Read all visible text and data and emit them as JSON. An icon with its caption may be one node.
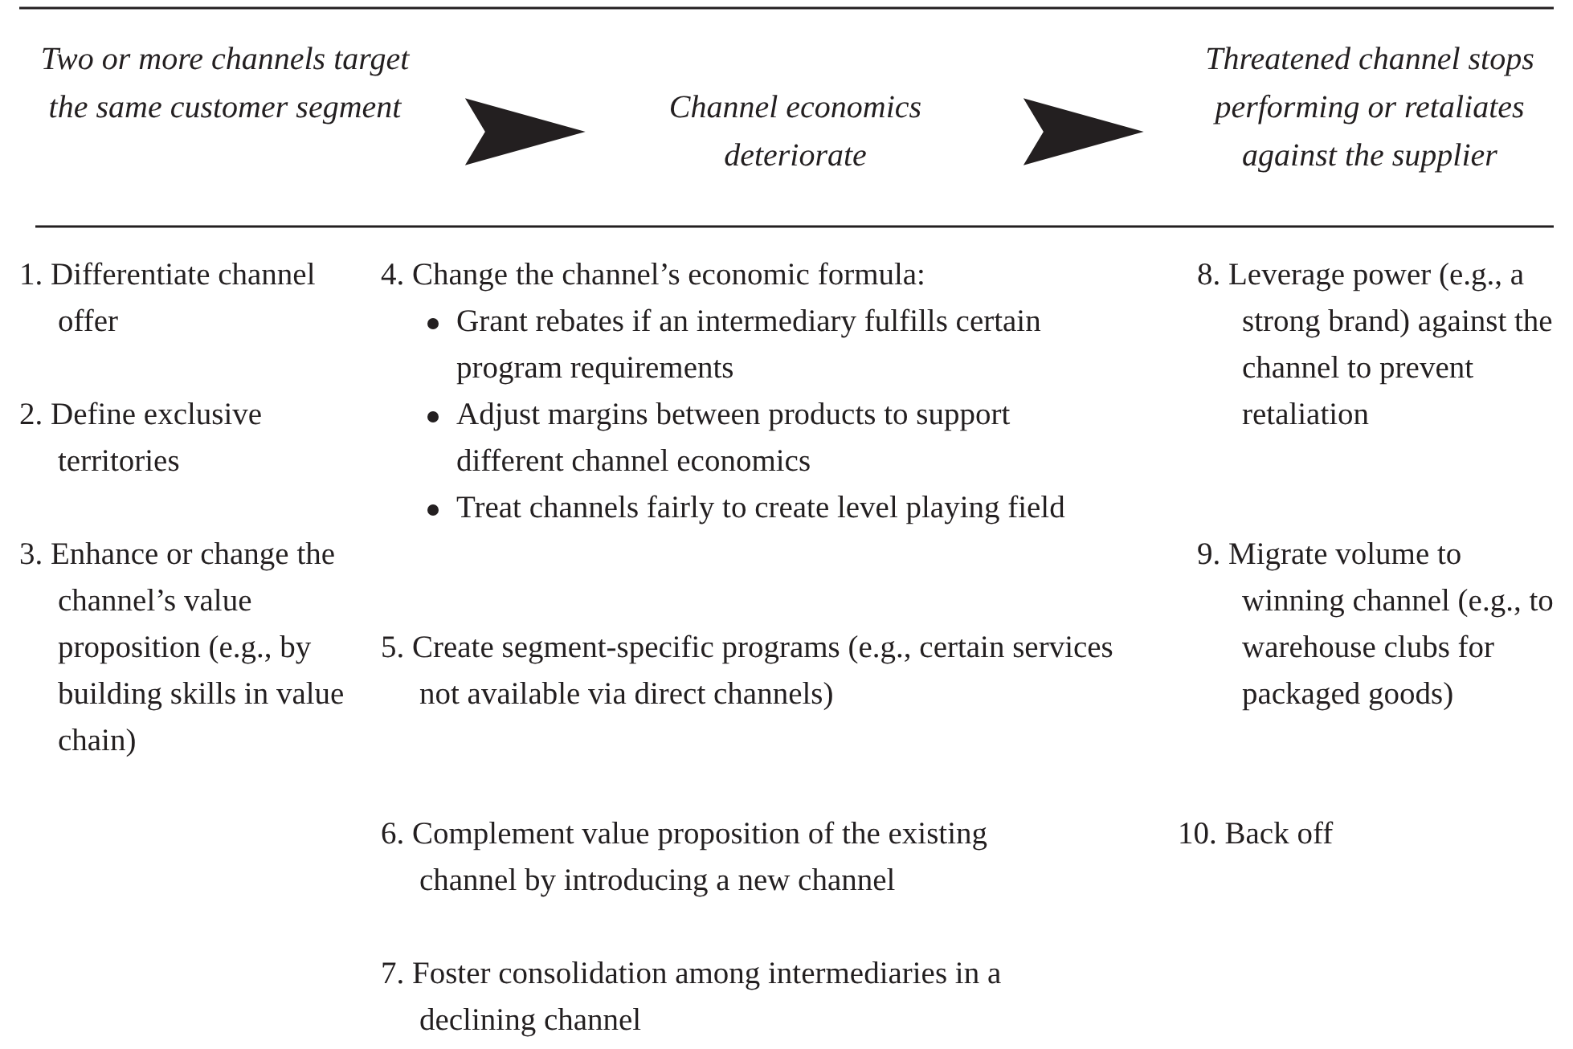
{
  "diagram": {
    "nodes": [
      {
        "text": [
          "Two or more channels target the same customer segment"
        ]
      },
      {
        "text": [
          "Channel economics deteriorate"
        ]
      },
      {
        "text": [
          "Threatened channel stops performing or retaliates against the supplier"
        ]
      }
    ],
    "edges": [
      {
        "from": 0,
        "to": 1,
        "arrow": "to"
      },
      {
        "from": 1,
        "to": 2,
        "arrow": "to"
      }
    ],
    "labels": [
      "1. Differentiate channel offer",
      "2. Define exclusive territories",
      "3. Enhance or change the channel’s value proposition (e.g., by building skills in value chain)",
      "4. Change the channel’s economic formula:",
      "Grant rebates if an intermediary fulfills certain program requirements",
      "Adjust margins between products to support different channel economics",
      "Treat channels fairly to create level playing field",
      "5. Create segment-specific programs (e.g., certain services not available via direct channels)",
      "6. Complement value proposition of the existing channel by introducing a new channel",
      "7. Foster consolidation among intermediaries in a declining channel",
      "8. Leverage power (e.g., a strong brand) against the channel to prevent retaliation",
      "9. Migrate volume to winning channel (e.g., to warehouse clubs for packaged goods)",
      "10. Back off"
    ]
  }
}
